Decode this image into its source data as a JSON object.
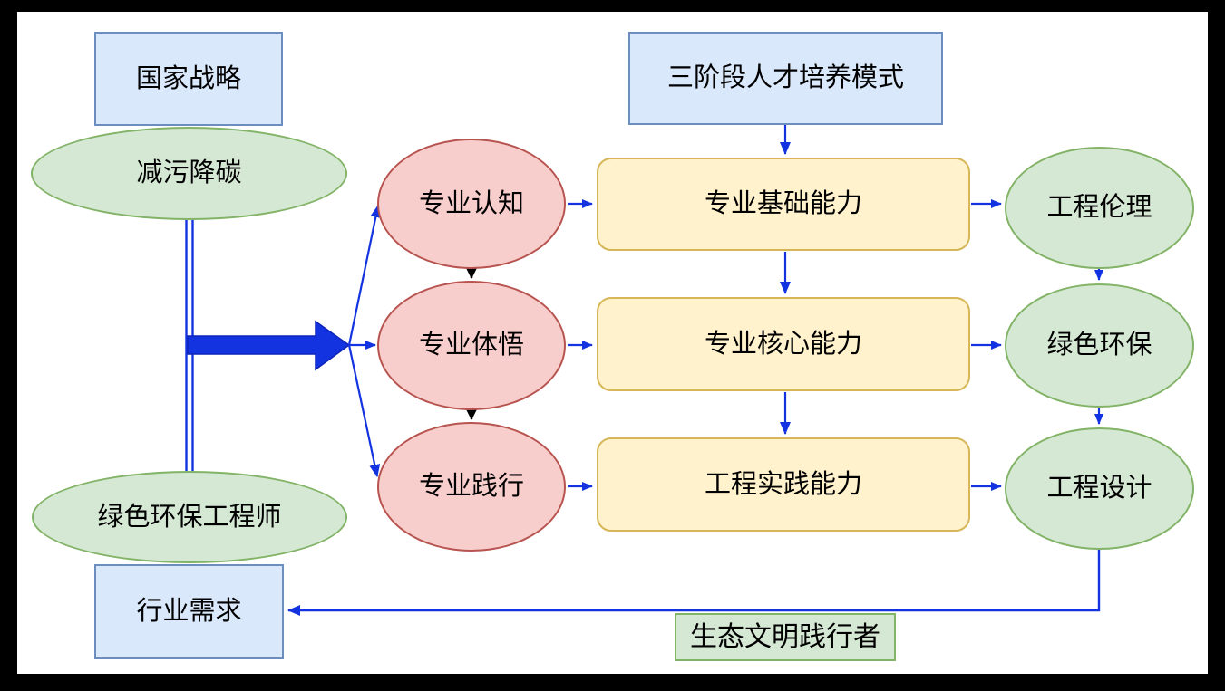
{
  "nodes": {
    "national_strategy": {
      "label": "国家战略"
    },
    "reduce_pollution": {
      "label": "减污降碳"
    },
    "three_stage_model": {
      "label": "三阶段人才培养模式"
    },
    "professional_cognition": {
      "label": "专业认知"
    },
    "professional_comprehension": {
      "label": "专业体悟"
    },
    "professional_practice": {
      "label": "专业践行"
    },
    "basic_ability": {
      "label": "专业基础能力"
    },
    "core_ability": {
      "label": "专业核心能力"
    },
    "engineering_practice_ability": {
      "label": "工程实践能力"
    },
    "engineering_ethics": {
      "label": "工程伦理"
    },
    "green_environmental_protection": {
      "label": "绿色环保"
    },
    "engineering_design": {
      "label": "工程设计"
    },
    "green_engineer": {
      "label": "绿色环保工程师"
    },
    "industry_demand": {
      "label": "行业需求"
    },
    "eco_civilization_practitioner": {
      "label": "生态文明践行者"
    }
  },
  "colors": {
    "connector_blue": "#1433e0",
    "connector_black": "#000000",
    "blue_node_fill": "#dae8fc",
    "blue_node_stroke": "#6c8ebf",
    "green_node_fill": "#d5e8d4",
    "green_node_stroke": "#82b366",
    "red_node_fill": "#f8cecc",
    "red_node_stroke": "#b85450",
    "yellow_node_fill": "#fff2cc",
    "yellow_node_stroke": "#d6b656",
    "canvas_background": "#ffffff",
    "frame_background": "#000000"
  }
}
